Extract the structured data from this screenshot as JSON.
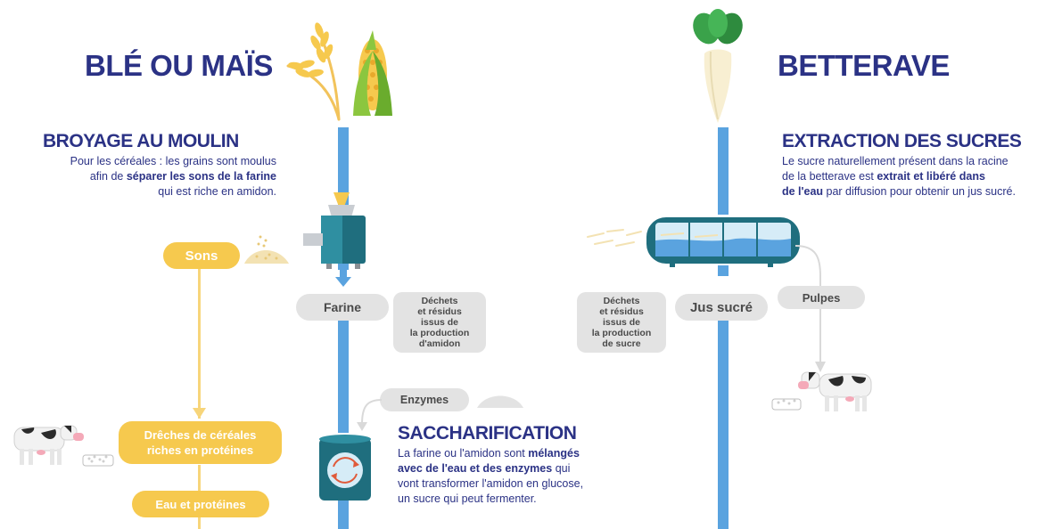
{
  "left": {
    "title": "BLÉ OU MAÏS",
    "step1": {
      "title": "BROYAGE AU MOULIN",
      "desc_a": "Pour les céréales : les grains sont moulus",
      "desc_b1": "afin de ",
      "desc_b2": "séparer les sons de la farine",
      "desc_c": "qui est riche en amidon."
    },
    "sons": "Sons",
    "farine": "Farine",
    "dechets": [
      "Déchets",
      "et résidus",
      "issus de",
      "la production",
      "d'amidon"
    ],
    "enzymes": "Enzymes",
    "step2": {
      "title": "SACCHARIFICATION",
      "l1a": "La farine ou l'amidon sont ",
      "l1b": "mélangés",
      "l2a": "avec de l'eau et des enzymes",
      "l2b": " qui",
      "l3": "vont transformer l'amidon en glucose,",
      "l4": "un sucre qui peut fermenter."
    },
    "dreches": [
      "Drêches de céréales",
      "riches en protéines"
    ],
    "eau": "Eau et protéines"
  },
  "right": {
    "title": "BETTERAVE",
    "step1": {
      "title": "EXTRACTION DES SUCRES",
      "l1": "Le sucre naturellement présent dans la racine",
      "l2a": "de la betterave est ",
      "l2b": "extrait et libéré dans",
      "l3a": "de l'eau",
      "l3b": " par diffusion pour obtenir un jus sucré."
    },
    "dechets": [
      "Déchets",
      "et résidus",
      "issus de",
      "la production",
      "de sucre"
    ],
    "jus": "Jus sucré",
    "pulpes": "Pulpes"
  },
  "colors": {
    "navy": "#2b3285",
    "blue": "#5aa3df",
    "yellow": "#f6c94e",
    "grey": "#e3e3e3",
    "teal": "#1f6e7e"
  }
}
